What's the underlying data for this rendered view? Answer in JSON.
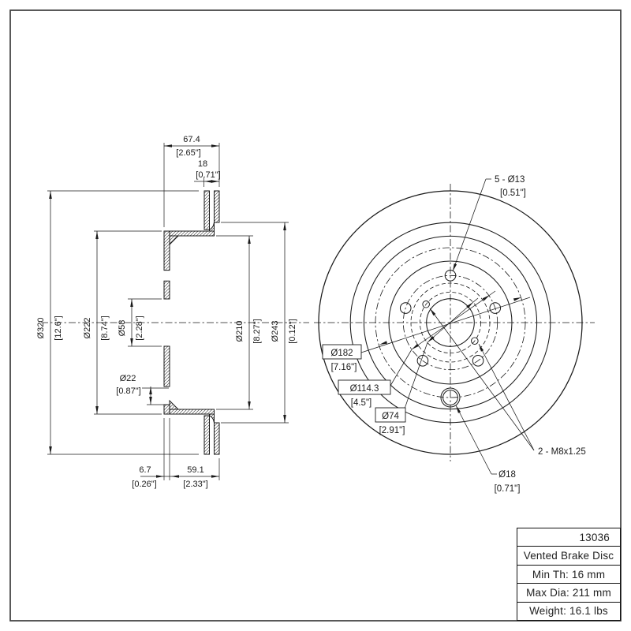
{
  "drawing": {
    "part_number": "13036",
    "title_rows": [
      "13036",
      "Vented Brake Disc",
      "Min Th: 16 mm",
      "Max Dia: 211 mm",
      "Weight: 16.1 lbs"
    ]
  },
  "section_view": {
    "dims": {
      "total_width": {
        "mm": "67.4",
        "inch": "[2.65\"]"
      },
      "band_thickness": {
        "mm": "18",
        "inch": "[0.71\"]"
      },
      "outer_diameter": {
        "mm": "Ø320",
        "inch": "[12.6\"]"
      },
      "hat_outer_diameter": {
        "mm": "Ø222",
        "inch": "[8.74\"]"
      },
      "center_bore": {
        "mm": "Ø58",
        "inch": "[2.28\"]"
      },
      "hole_diameter": {
        "mm": "Ø22",
        "inch": "[0.87\"]"
      },
      "hat_inner_diameter": {
        "mm": "Ø210",
        "inch": "[8.27\"]"
      },
      "band_inner_diameter": {
        "mm": "Ø243",
        "inch": "[0.12\"]"
      },
      "mount_face_thickness": {
        "mm": "6.7",
        "inch": "[0.26\"]"
      },
      "hat_depth": {
        "mm": "59.1",
        "inch": "[2.33\"]"
      }
    }
  },
  "front_view": {
    "callouts": {
      "lug_holes": {
        "line1": "5 - Ø13",
        "line2": "[0.51\"]"
      },
      "outer_bolt_circle": {
        "label": "Ø182",
        "inch": "[7.16\"]"
      },
      "lug_bolt_circle": {
        "label": "Ø114.3",
        "inch": "[4.5\"]"
      },
      "inner_bolt_circle": {
        "label": "Ø74",
        "inch": "[2.91\"]"
      },
      "thread_callout": {
        "label": "2 - M8x1.25"
      },
      "set_screw_hole": {
        "label": "Ø18",
        "inch": "[0.71\"]"
      }
    }
  }
}
